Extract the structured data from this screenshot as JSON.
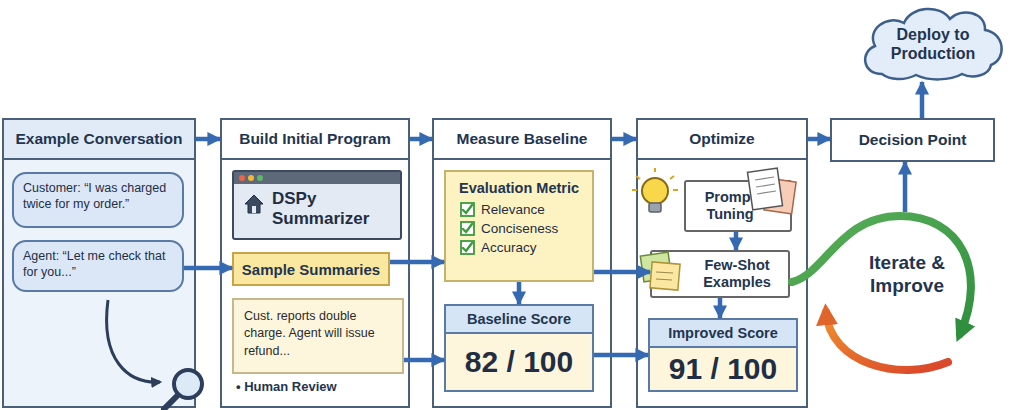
{
  "diagram": {
    "nodes": [
      {
        "text": [
          "Example Conversation"
        ]
      },
      {
        "text": [
          "Customer: “I was charged twice for my order.”"
        ],
        "in": 0
      },
      {
        "text": [
          "Agent: “Let me check that for you...”"
        ],
        "in": 0
      },
      {
        "text": [
          "Build Initial Program"
        ]
      },
      {
        "text": [
          "DSPy Summarizer"
        ],
        "in": 3
      },
      {
        "text": [
          "Sample Summaries"
        ],
        "in": 3
      },
      {
        "text": [
          "Cust. reports double charge. Agent will issue refund..."
        ],
        "in": 3
      },
      {
        "text": [
          "Measure Baseline"
        ]
      },
      {
        "text": [
          "Evaluation Metric",
          "Relevance",
          "Conciseness",
          "Accuracy"
        ],
        "in": 7
      },
      {
        "text": [
          "Baseline Score",
          "82 / 100"
        ],
        "in": 7
      },
      {
        "text": [
          "Optimize"
        ]
      },
      {
        "text": [
          "Prompt Tuning"
        ],
        "in": 10
      },
      {
        "text": [
          "Few-Shot Examples"
        ],
        "in": 10
      },
      {
        "text": [
          "Improved Score",
          "91 / 100"
        ],
        "in": 10
      },
      {
        "text": [
          "Decision Point"
        ]
      },
      {
        "text": [
          "Deploy to Production"
        ]
      },
      {
        "text": [
          "Iterate & Improve"
        ]
      }
    ],
    "edges": [
      {
        "from": 0,
        "to": 3,
        "arrow": "to"
      },
      {
        "from": 3,
        "to": 7,
        "arrow": "to"
      },
      {
        "from": 7,
        "to": 10,
        "arrow": "to"
      },
      {
        "from": 10,
        "to": 14,
        "arrow": "to"
      },
      {
        "from": 14,
        "to": 15,
        "arrow": "to"
      },
      {
        "from": 2,
        "to": 5,
        "arrow": "to"
      },
      {
        "from": 5,
        "to": 8,
        "arrow": "to"
      },
      {
        "from": 8,
        "to": 9,
        "arrow": "to"
      },
      {
        "from": 8,
        "to": 12,
        "arrow": "to"
      },
      {
        "from": 6,
        "to": 9,
        "arrow": "to"
      },
      {
        "from": 9,
        "to": 13,
        "arrow": "to"
      },
      {
        "from": 11,
        "to": 12,
        "arrow": "to"
      },
      {
        "from": 12,
        "to": 13,
        "arrow": "to"
      },
      {
        "from": 16,
        "to": 14,
        "arrow": "to"
      }
    ],
    "labels": [
      "• Human Review"
    ]
  }
}
